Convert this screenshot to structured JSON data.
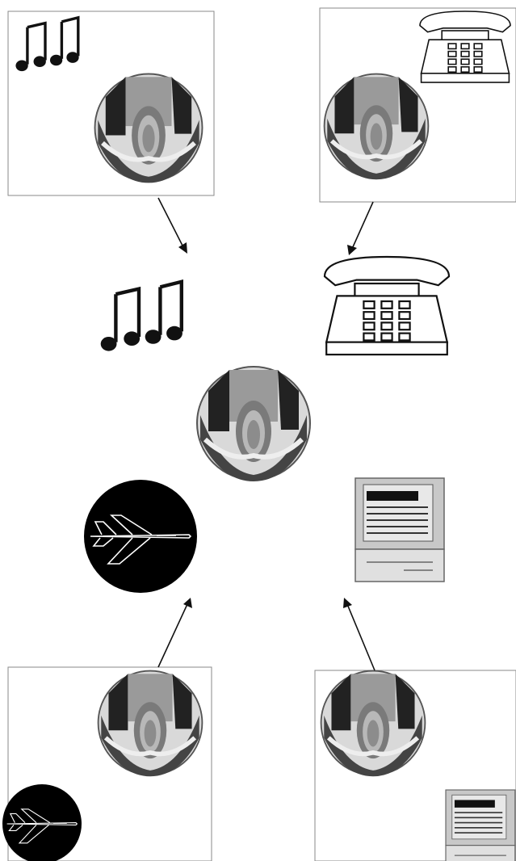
{
  "figure": {
    "description_items": [
      {
        "kind": "music-notes-icon"
      },
      {
        "kind": "telephone-icon"
      },
      {
        "kind": "brain-scan-image"
      },
      {
        "kind": "jet-aircraft-icon"
      },
      {
        "kind": "computer-monitor-icon"
      }
    ],
    "panels": [
      {
        "name": "panel-top-left",
        "contents": [
          "music-notes-icon",
          "brain-scan-image"
        ]
      },
      {
        "name": "panel-top-right",
        "contents": [
          "telephone-icon",
          "brain-scan-image"
        ]
      },
      {
        "name": "panel-bottom-left",
        "contents": [
          "brain-scan-image",
          "jet-aircraft-icon"
        ]
      },
      {
        "name": "panel-bottom-right",
        "contents": [
          "brain-scan-image",
          "computer-monitor-icon"
        ]
      }
    ],
    "center_items": [
      "music-notes-icon",
      "telephone-icon",
      "brain-scan-image",
      "jet-aircraft-icon",
      "computer-monitor-icon"
    ],
    "colors": {
      "ink": "#111111",
      "frame": "#8a8a8a",
      "scan_gray": "#9a9a9a",
      "monitor_gray": "#c8c8c8"
    }
  }
}
